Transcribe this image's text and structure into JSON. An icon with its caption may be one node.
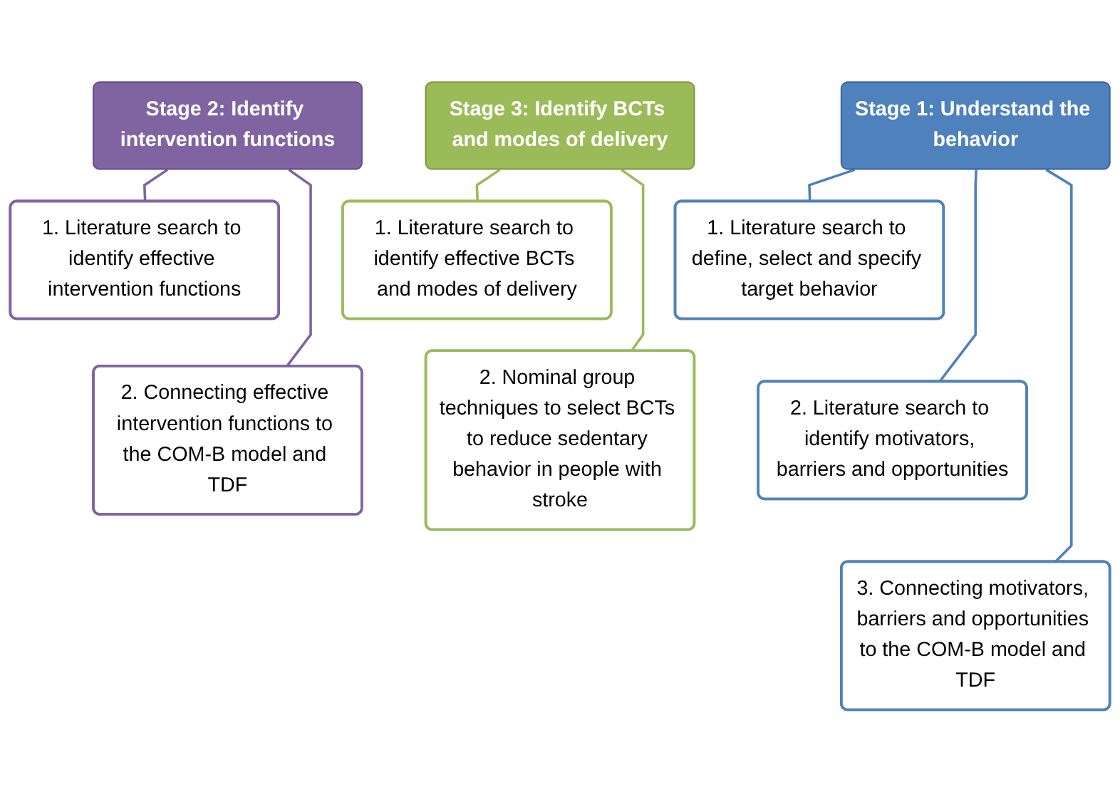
{
  "diagram": {
    "nodes": [
      {
        "text": [
          "Stage 1: Understand the behavior"
        ]
      },
      {
        "text": [
          "1. Literature search to define, select and specify target behavior"
        ]
      },
      {
        "text": [
          "2. Literature search to identify motivators, barriers and opportunities"
        ]
      },
      {
        "text": [
          "3. Connecting motivators, barriers and opportunities to the COM-B model and TDF"
        ]
      },
      {
        "text": [
          "Stage 2: Identify intervention functions"
        ]
      },
      {
        "text": [
          "1. Literature search to identify effective intervention functions"
        ]
      },
      {
        "text": [
          "2. Connecting effective intervention functions to the COM-B model and TDF"
        ]
      },
      {
        "text": [
          "Stage 3: Identify BCTs and modes of delivery"
        ]
      },
      {
        "text": [
          "1. Literature search to identify effective BCTs and modes of delivery"
        ]
      },
      {
        "text": [
          "2. Nominal group techniques to select BCTs to reduce sedentary behavior in people with stroke"
        ]
      }
    ],
    "edges": [
      {
        "from": 0,
        "to": 1,
        "arrow": "none",
        "color": "#4f81bd"
      },
      {
        "from": 0,
        "to": 2,
        "arrow": "none",
        "color": "#4f81bd"
      },
      {
        "from": 0,
        "to": 3,
        "arrow": "none",
        "color": "#4f81bd"
      },
      {
        "from": 4,
        "to": 5,
        "arrow": "none",
        "color": "#8064a2"
      },
      {
        "from": 4,
        "to": 6,
        "arrow": "none",
        "color": "#8064a2"
      },
      {
        "from": 7,
        "to": 8,
        "arrow": "none",
        "color": "#9bbb59"
      },
      {
        "from": 7,
        "to": 9,
        "arrow": "none",
        "color": "#9bbb59"
      }
    ]
  }
}
